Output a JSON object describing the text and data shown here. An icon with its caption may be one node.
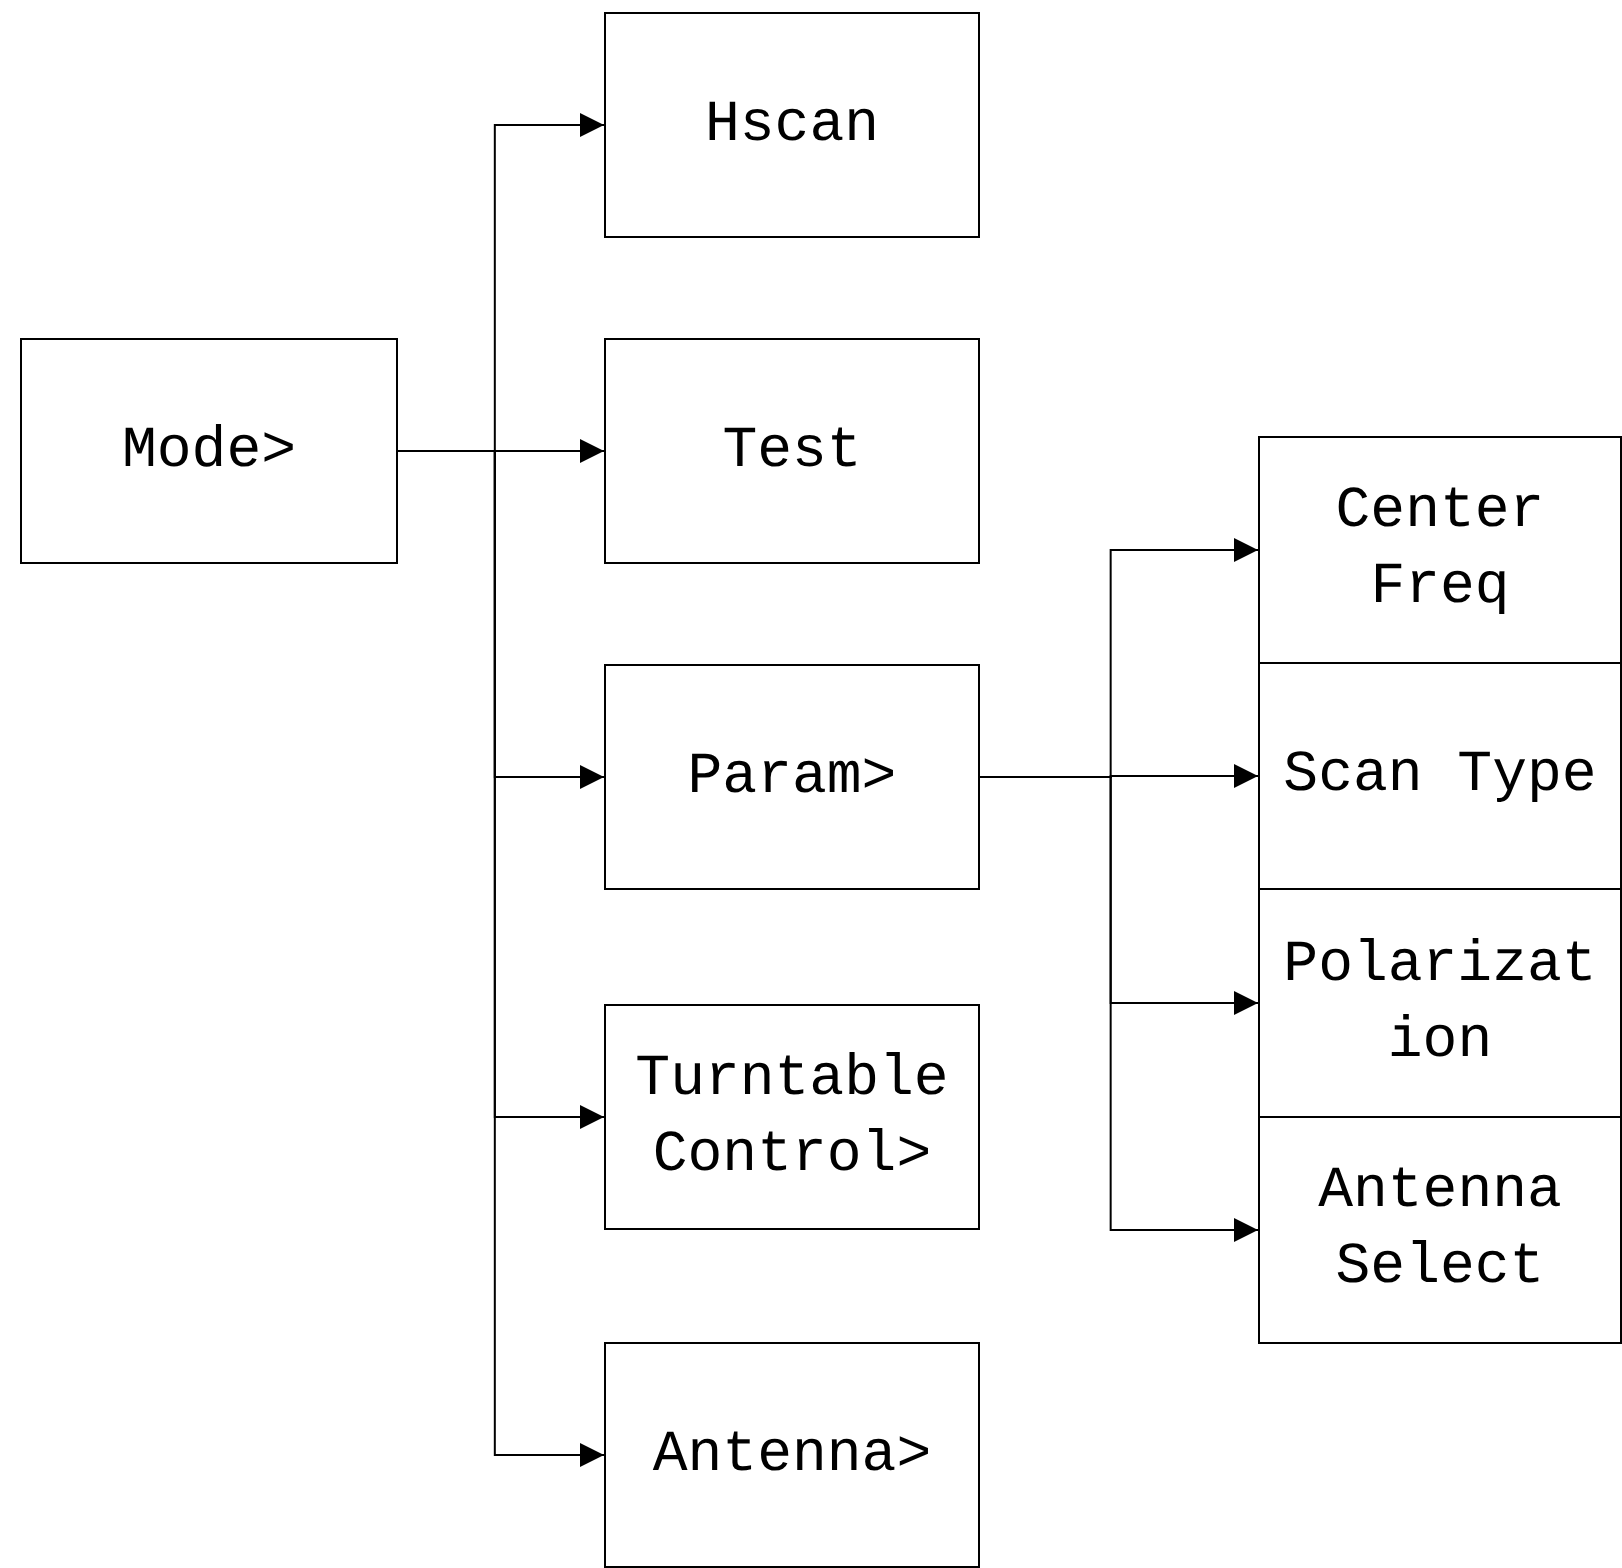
{
  "diagram": {
    "nodes": [
      {
        "text": [
          "Mode>"
        ]
      },
      {
        "text": [
          "Hscan"
        ]
      },
      {
        "text": [
          "Test"
        ]
      },
      {
        "text": [
          "Param>"
        ]
      },
      {
        "text": [
          "Turntable Control>"
        ]
      },
      {
        "text": [
          "Antenna>"
        ]
      },
      {
        "text": [
          "Center Freq"
        ]
      },
      {
        "text": [
          "Scan Type"
        ]
      },
      {
        "text": [
          "Polarization"
        ]
      },
      {
        "text": [
          "Antenna Select"
        ]
      }
    ],
    "edges": [
      {
        "from": 0,
        "to": 1,
        "arrow": "to"
      },
      {
        "from": 0,
        "to": 2,
        "arrow": "to"
      },
      {
        "from": 0,
        "to": 3,
        "arrow": "to"
      },
      {
        "from": 0,
        "to": 4,
        "arrow": "to"
      },
      {
        "from": 0,
        "to": 5,
        "arrow": "to"
      },
      {
        "from": 3,
        "to": 6,
        "arrow": "to"
      },
      {
        "from": 3,
        "to": 7,
        "arrow": "to"
      },
      {
        "from": 3,
        "to": 8,
        "arrow": "to"
      },
      {
        "from": 3,
        "to": 9,
        "arrow": "to"
      }
    ]
  }
}
